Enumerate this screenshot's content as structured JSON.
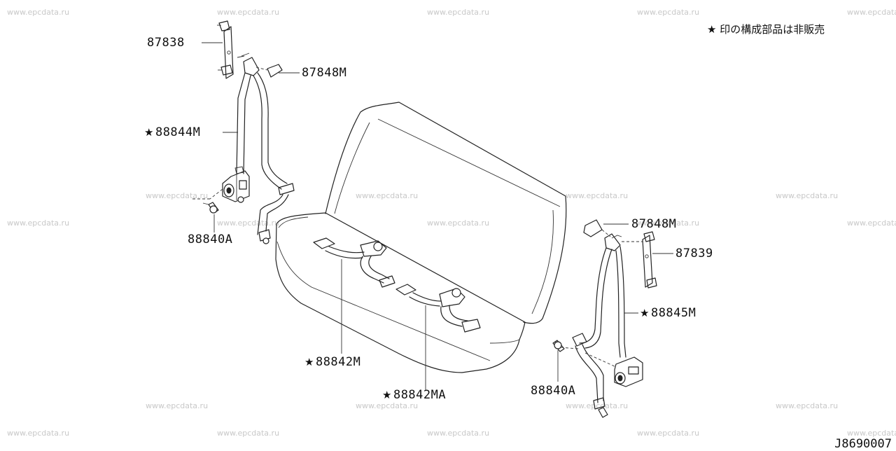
{
  "watermark": "www.epcdata.ru",
  "note": "★ 印の構成部品は非販売",
  "star": "★",
  "diagram_code": "J8690007",
  "parts": {
    "p87838": "87838",
    "p87848m_top": "87848M",
    "p88844m": "88844M",
    "p88840a_left": "88840A",
    "p87848m_right": "87848M",
    "p87839": "87839",
    "p88845m": "88845M",
    "p88840a_right": "88840A",
    "p88842m": "88842M",
    "p88842ma": "88842MA"
  }
}
